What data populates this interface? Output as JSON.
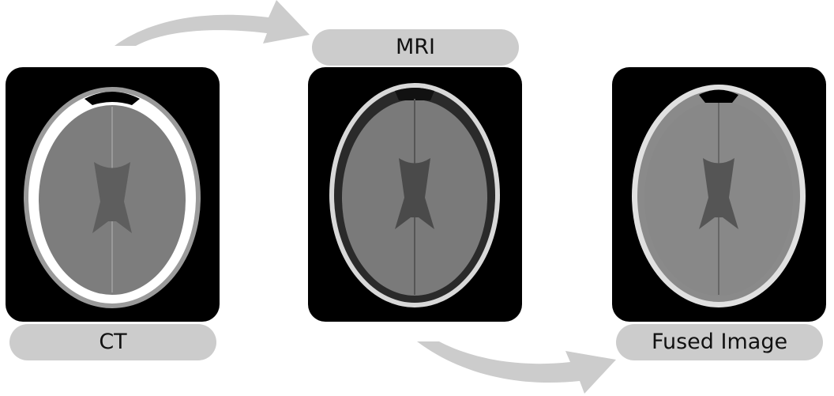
{
  "labels": {
    "ct": "CT",
    "mri": "MRI",
    "fused": "Fused Image"
  },
  "colors": {
    "arrow": "#cccccc",
    "pill": "#cccccc",
    "panel": "#000000"
  }
}
